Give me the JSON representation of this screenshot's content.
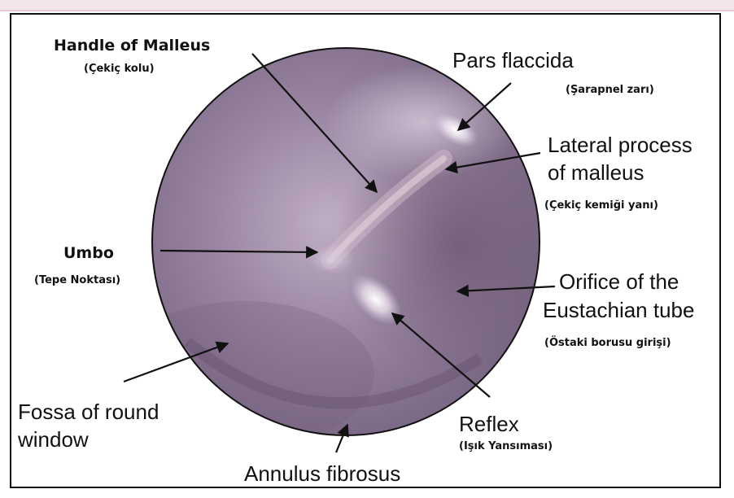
{
  "labels": {
    "handle_of_malleus": {
      "en": "Handle of Malleus",
      "tr": "(Çekiç kolu)"
    },
    "pars_flaccida": {
      "en": "Pars flaccida",
      "tr": "(Şarapnel zarı)"
    },
    "lateral_process": {
      "en_line1": "Lateral process",
      "en_line2": "of malleus",
      "tr": "(Çekiç kemiği yanı)"
    },
    "umbo": {
      "en": "Umbo",
      "tr": "(Tepe Noktası)"
    },
    "orifice": {
      "en_line1": "Orifice of the",
      "en_line2": "Eustachian tube",
      "tr": "(Östaki borusu girişi)"
    },
    "fossa": {
      "en_line1": "Fossa of round",
      "en_line2": "window"
    },
    "reflex": {
      "en": "Reflex",
      "tr": "(Işık Yansıması)"
    },
    "annulus": {
      "en": "Annulus fibrosus"
    }
  },
  "colors": {
    "eardrum_base": "#8e7a97",
    "eardrum_light": "#b8a6bd",
    "eardrum_dark": "#6f5c78",
    "frame_border": "#111111",
    "top_bar": "#f3e5ea"
  }
}
